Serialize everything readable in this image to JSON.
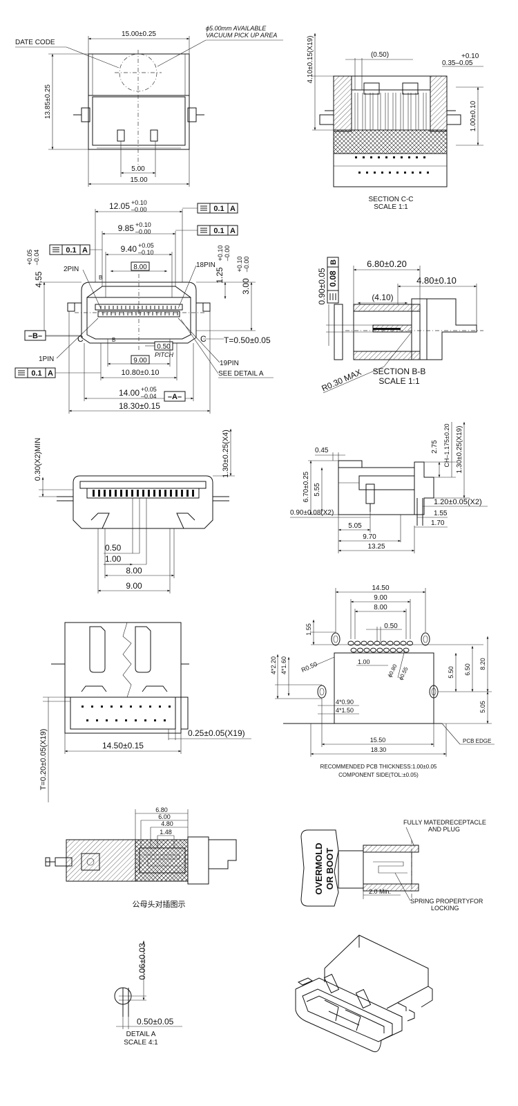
{
  "top_view": {
    "date_code": "DATE CODE",
    "pickup_note_line1": "ϕ5.00mm AVAILABLE",
    "pickup_note_line2": "VACUUM PICK UP AREA",
    "width_top": "15.00±0.25",
    "height_left": "13.85±0.25",
    "inner_width": "5.00",
    "bottom_width": "15.00"
  },
  "section_cc": {
    "height_tol": "4.10±0.15(X19)",
    "gap": "(0.50)",
    "tol_plus": "+0.10",
    "tol_main": "0.35–0.05",
    "right_height": "1.00±0.10",
    "title": "SECTION C-C",
    "scale": "SCALE 1:1"
  },
  "front_view": {
    "dim_12_05": "12.05",
    "dim_12_05_tol_up": "+0.10",
    "dim_12_05_tol_dn": "–0.00",
    "dim_9_85": "9.85",
    "dim_9_85_tol_up": "+0.10",
    "dim_9_85_tol_dn": "–0.00",
    "dim_9_40": "9.40",
    "dim_9_40_tol_up": "+0.05",
    "dim_9_40_tol_dn": "–0.10",
    "dim_8_00": "8.00",
    "dim_4_55": "4.55",
    "dim_4_55_tol_up": "+0.05",
    "dim_4_55_tol_dn": "–0.04",
    "dim_1_25": "1.25",
    "dim_1_25_tol_up": "+0.10",
    "dim_1_25_tol_dn": "–0.00",
    "dim_3_00": "3.00",
    "dim_3_00_tol_up": "+0.10",
    "dim_3_00_tol_dn": "–0.00",
    "pin2": "2PIN",
    "pin18": "18PIN",
    "pin1": "1PIN",
    "pin19": "19PIN",
    "see_detail": "SEE DETAIL A",
    "thickness": "T=0.50±0.05",
    "pitch_value": "0.50",
    "pitch_label": "PITCH",
    "dim_9_00": "9.00",
    "dim_10_80": "10.80±0.10",
    "dim_14_00": "14.00",
    "dim_14_00_tol_up": "+0.05",
    "dim_14_00_tol_dn": "–0.04",
    "datum_a": "–A–",
    "datum_b": "–B–",
    "dim_18_30": "18.30±0.15",
    "tol_box_value": "0.1",
    "tol_box_datum": "A",
    "label_c": "C",
    "label_b": "B"
  },
  "section_bb": {
    "dim_6_80": "6.80±0.20",
    "dim_4_80": "4.80±0.10",
    "dim_4_10": "(4.10)",
    "dim_0_90": "0.90±0.05",
    "tol_value": "0.08",
    "tol_datum": "B",
    "radius": "R0.30 MAX",
    "title": "SECTION B-B",
    "scale": "SCALE 1:1"
  },
  "side_front_view": {
    "dim_0_30": "0.30(X2)MIN",
    "dim_1_30": "1.30±0.25(X4)",
    "dim_0_50": "0.50",
    "dim_1_00": "1.00",
    "dim_8_00": "8.00",
    "dim_9_00": "9.00"
  },
  "side_view": {
    "dim_0_45": "0.45",
    "dim_6_70": "6.70±0.25",
    "dim_5_55": "5.55",
    "dim_2_75": "2.75",
    "dim_ch": "CH–1.175±0.20",
    "dim_1_30": "1.30±0.25(X19)",
    "dim_1_20": "1.20±0.05(X2)",
    "dim_0_90": "0.90±0.08(X2)",
    "dim_1_55": "1.55",
    "dim_1_70": "1.70",
    "dim_5_05": "5.05",
    "dim_9_70": "9.70",
    "dim_13_25": "13.25"
  },
  "bottom_view": {
    "dim_t": "T=0.20±0.05(X19)",
    "dim_0_25": "0.25±0.05(X19)",
    "dim_14_50": "14.50±0.15"
  },
  "pcb_layout": {
    "dim_14_50": "14.50",
    "dim_9_00": "9.00",
    "dim_8_00": "8.00",
    "dim_0_50": "0.50",
    "dim_1_55": "1.55",
    "dim_4x2_20": "4*2.20",
    "dim_4x1_60": "4*1.60",
    "dim_r0_50": "R0.50",
    "dim_1_00": "1.00",
    "dim_phi0_80": "ϕ0.80",
    "dim_phi0_55": "ϕ0.55",
    "dim_5_50": "5.50",
    "dim_6_50": "6.50",
    "dim_8_20": "8.20",
    "dim_4x0_90": "4*0.90",
    "dim_4x1_50": "4*1.50",
    "dim_5_05": "5.05",
    "dim_15_50": "15.50",
    "dim_18_30": "18.30",
    "pcb_edge": "PCB EDGE",
    "note_line1": "RECOMMENDED PCB THICKNESS:1.00±0.05",
    "note_line2": "COMPONENT SIDE(TOL:±0.05)"
  },
  "mating_view": {
    "dim_6_80": "6.80",
    "dim_6_00": "6.00",
    "dim_4_80": "4.80",
    "dim_1_48": "1.48",
    "caption": "公母头对插图示"
  },
  "plug_view": {
    "overmold_line1": "OVERMOLD",
    "overmold_line2": "OR BOOT",
    "fully_mated_line1": "FULLY MATEDRECEPTACLE",
    "fully_mated_line2": "AND PLUG",
    "spring_line1": "SPRING PROPERTYFOR",
    "spring_line2": "LOCKING",
    "dim_2_0": "2.0 Min."
  },
  "detail_a": {
    "dim_0_06": "0.06±0.03",
    "dim_0_50": "0.50±0.05",
    "title": "DETAIL A",
    "scale": "SCALE 4:1"
  }
}
